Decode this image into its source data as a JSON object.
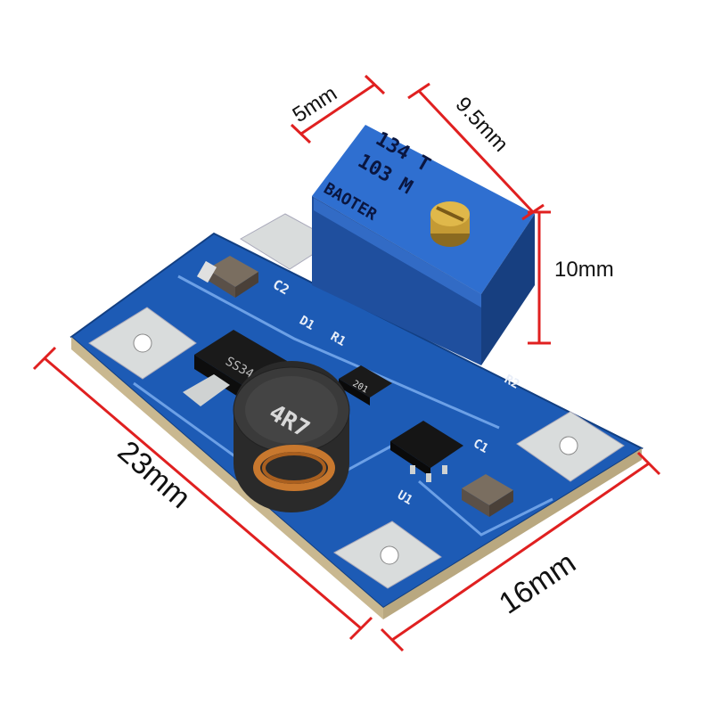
{
  "dimensions": {
    "pot_width": "5mm",
    "pot_depth": "9.5mm",
    "pot_height": "10mm",
    "board_length": "23mm",
    "board_width": "16mm"
  },
  "silkscreen": {
    "c2": "C2",
    "d1": "D1",
    "r1": "R1",
    "r2": "R2",
    "c1": "C1",
    "u1": "U1",
    "resistor_code": "201"
  },
  "components": {
    "diode_marking": "SS34",
    "inductor_marking": "4R7"
  },
  "potentiometer": {
    "line1": "134 T",
    "line2": "103 M",
    "line3": "BAOTER"
  },
  "colors": {
    "pcb": "#1d5bb5",
    "pad": "#d9dcdc",
    "pot_body": "#2f6fd0",
    "dimension_line": "#e02020",
    "copper_coil": "#c8782e",
    "brass_screw": "#d4a73a"
  }
}
